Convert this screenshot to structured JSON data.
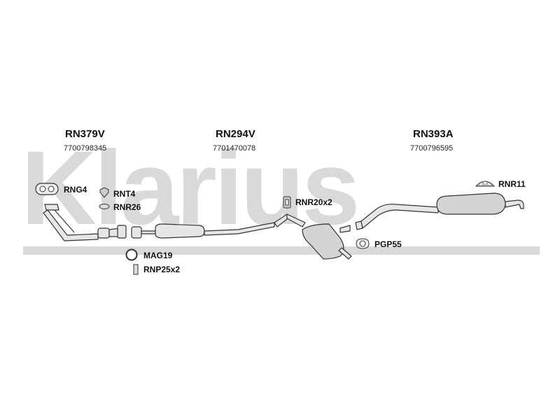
{
  "brand": {
    "watermark": "Klarius"
  },
  "assemblies": [
    {
      "code": "RN379V",
      "ref": "7700798345"
    },
    {
      "code": "RN294V",
      "ref": "7701470078"
    },
    {
      "code": "RN393A",
      "ref": "7700796595"
    }
  ],
  "fittings": {
    "rng4": "RNG4",
    "rnt4": "RNT4",
    "rnr26": "RNR26",
    "mag19": "MAG19",
    "rnp25": "RNP25x2",
    "rnr20": "RNR20x2",
    "pgp55": "PGP55",
    "rnr11": "RNR11"
  },
  "colors": {
    "watermark": "#d9d9d9",
    "parts_fill": "#e6e6e6",
    "parts_stroke": "#333333"
  }
}
